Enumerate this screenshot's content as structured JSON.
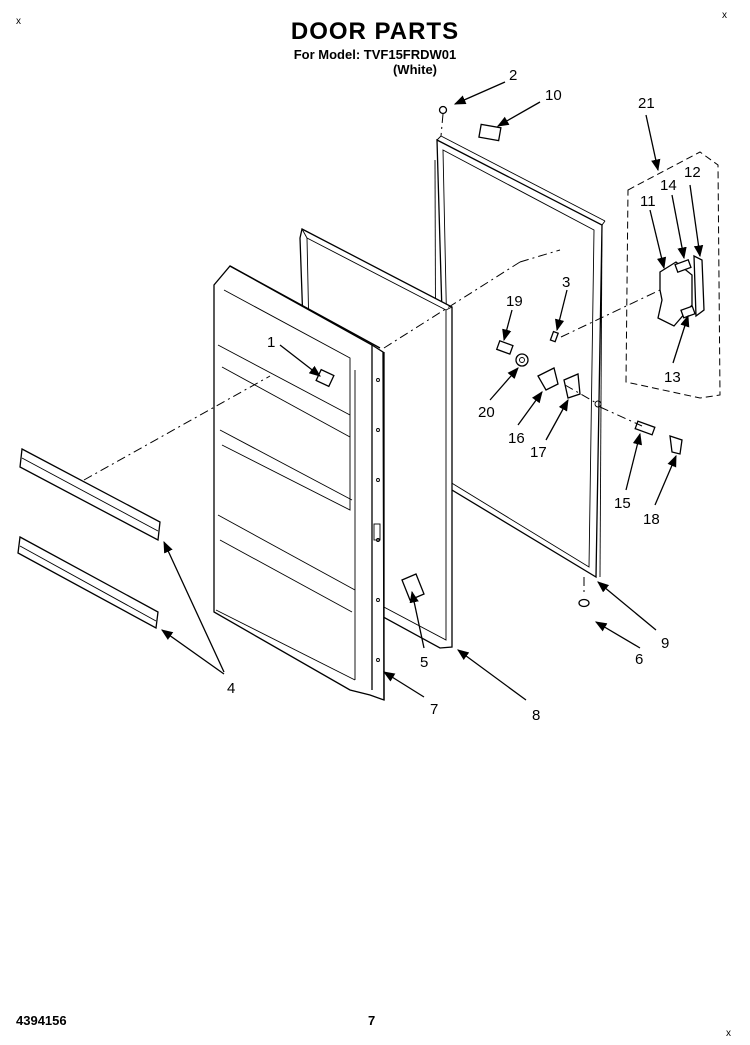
{
  "header": {
    "title": "DOOR PARTS",
    "model_line": "For Model: TVF15FRDW01",
    "color_line": "(White)"
  },
  "footer": {
    "doc_number": "4394156",
    "page_number": "7"
  },
  "corner_marks": {
    "top_left": "x",
    "top_right": "x",
    "bottom_right": "x"
  },
  "callouts": [
    {
      "label": "2"
    },
    {
      "label": "10"
    },
    {
      "label": "21"
    },
    {
      "label": "12"
    },
    {
      "label": "14"
    },
    {
      "label": "11"
    },
    {
      "label": "3"
    },
    {
      "label": "19"
    },
    {
      "label": "1"
    },
    {
      "label": "13"
    },
    {
      "label": "20"
    },
    {
      "label": "16"
    },
    {
      "label": "17"
    },
    {
      "label": "15"
    },
    {
      "label": "18"
    },
    {
      "label": "9"
    },
    {
      "label": "6"
    },
    {
      "label": "5"
    },
    {
      "label": "4"
    },
    {
      "label": "7"
    },
    {
      "label": "8"
    }
  ]
}
